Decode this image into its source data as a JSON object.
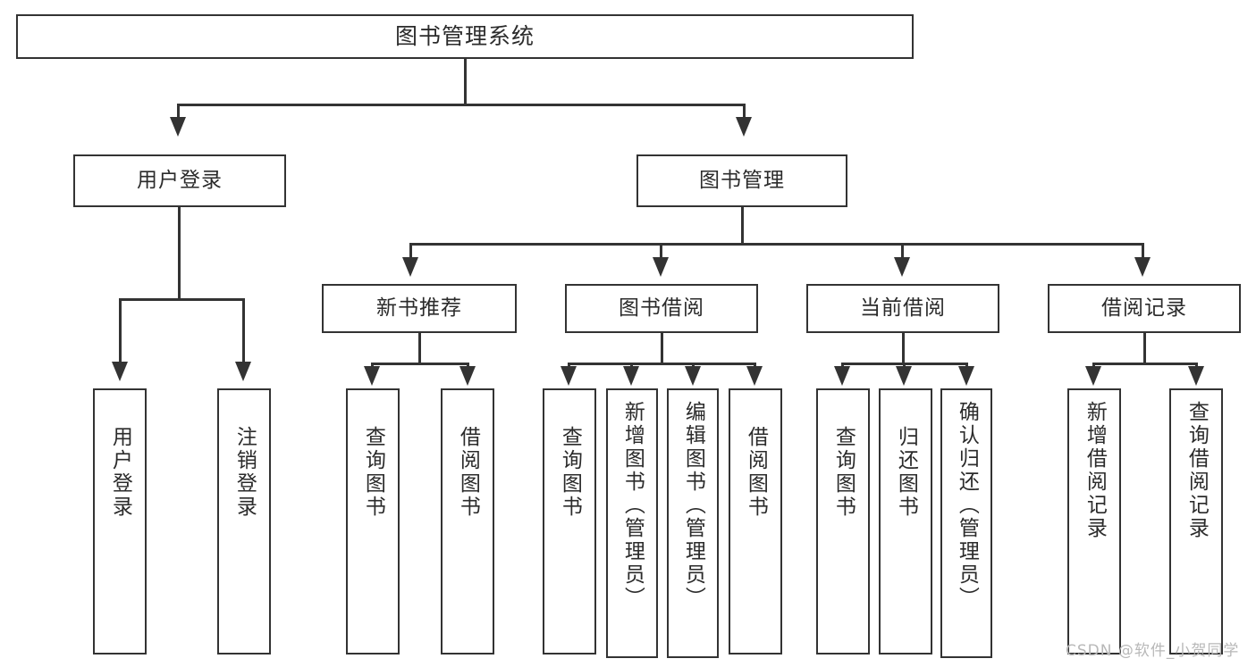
{
  "diagram": {
    "type": "tree",
    "title": "图书管理系统",
    "root": {
      "label": "图书管理系统"
    },
    "level2": [
      {
        "label": "用户登录"
      },
      {
        "label": "图书管理"
      }
    ],
    "level3": [
      {
        "label": "新书推荐"
      },
      {
        "label": "图书借阅"
      },
      {
        "label": "当前借阅"
      },
      {
        "label": "借阅记录"
      }
    ],
    "leaves": {
      "user_login": [
        {
          "label": "用户登录"
        },
        {
          "label": "注销登录"
        }
      ],
      "new_book_recommend": [
        {
          "label": "查询图书"
        },
        {
          "label": "借阅图书"
        }
      ],
      "book_borrow": [
        {
          "label": "查询图书"
        },
        {
          "label": "新增图书（管理员）"
        },
        {
          "label": "编辑图书（管理员）"
        },
        {
          "label": "借阅图书"
        }
      ],
      "current_borrow": [
        {
          "label": "查询图书"
        },
        {
          "label": "归还图书"
        },
        {
          "label": "确认归还（管理员）"
        }
      ],
      "borrow_record": [
        {
          "label": "新增借阅记录"
        },
        {
          "label": "查询借阅记录"
        }
      ]
    }
  },
  "watermark": {
    "text": "CSDN @软件_小贺同学"
  },
  "colors": {
    "stroke": "#333333",
    "text": "#2b2b2b",
    "background": "#ffffff",
    "watermark": "#b8b8b8"
  }
}
